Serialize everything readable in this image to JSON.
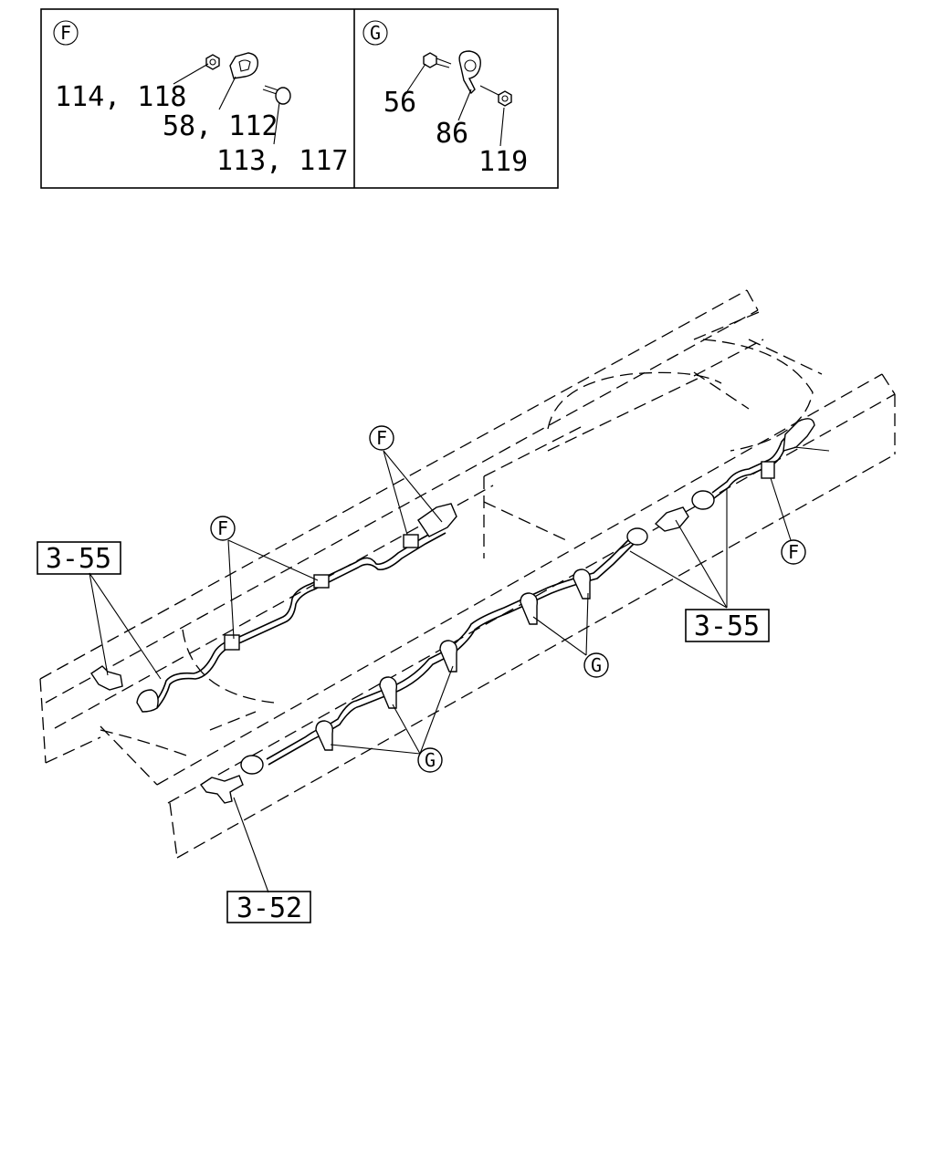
{
  "detail_views": [
    {
      "key": "F",
      "labels": [
        "114, 118",
        "58, 112",
        "113, 117"
      ]
    },
    {
      "key": "G",
      "labels": [
        "56",
        "86",
        "119"
      ]
    }
  ],
  "callouts": {
    "f": "F",
    "g": "G"
  },
  "references": {
    "r355": "3-55",
    "r352": "3-52"
  }
}
